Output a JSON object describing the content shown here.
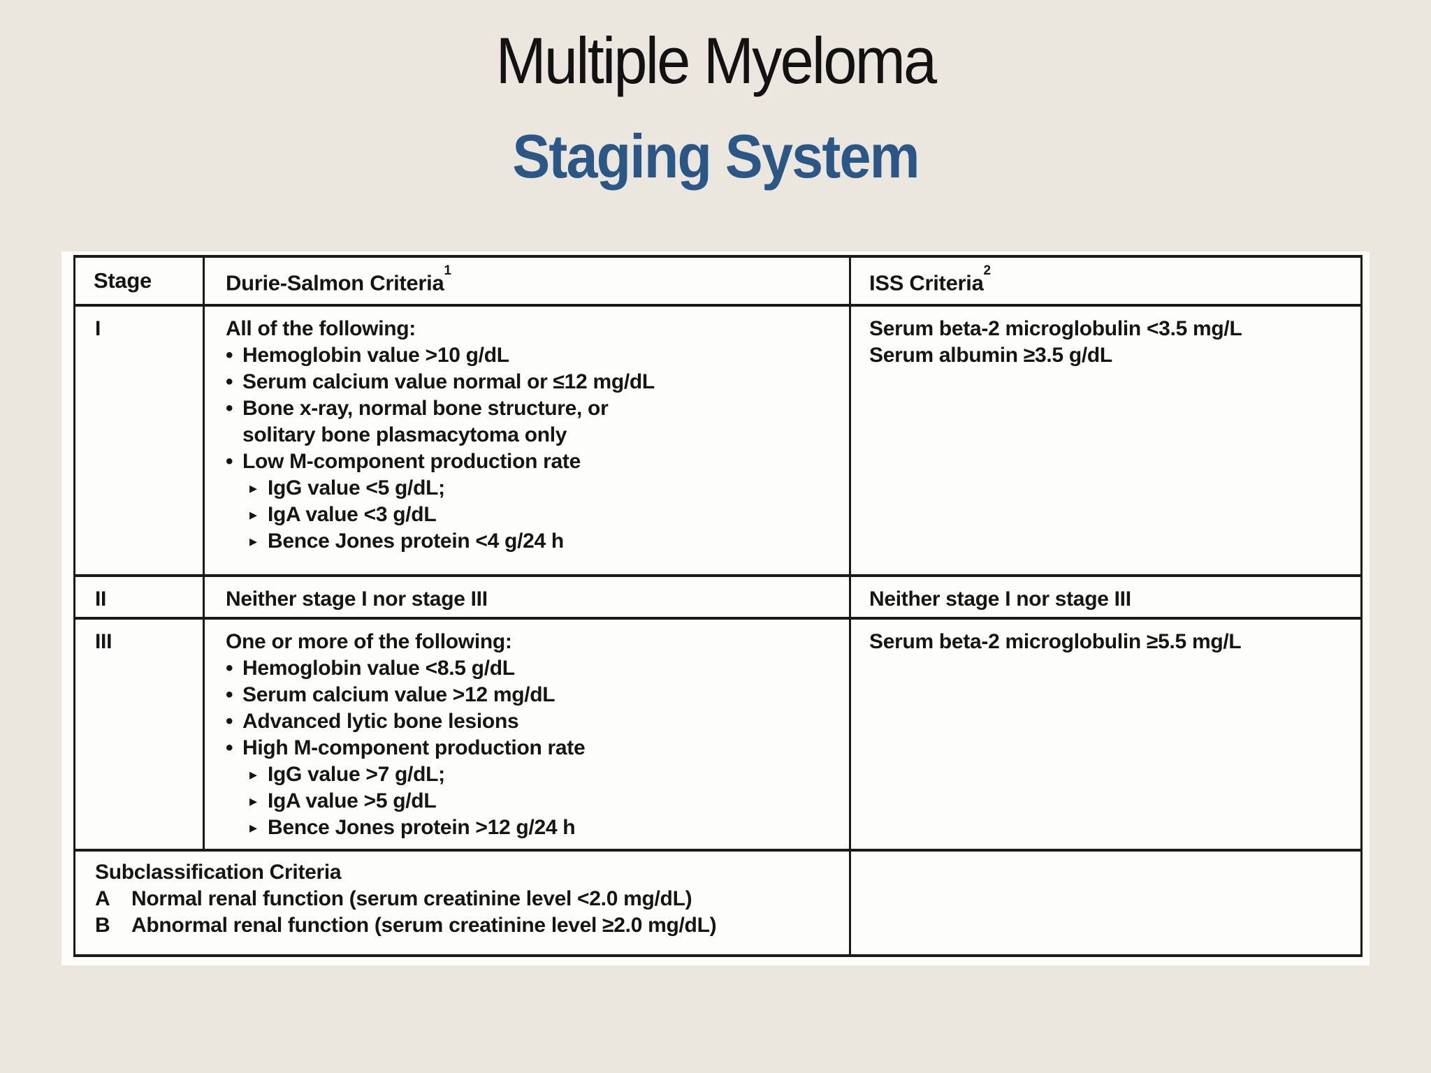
{
  "colors": {
    "background": "#ebe7de",
    "panel": "#fdfdfb",
    "subtitle_blue": "#2b5787",
    "text": "#151515",
    "table_border": "#1a1a1a"
  },
  "title": "Multiple Myeloma",
  "subtitle": "Staging System",
  "table": {
    "header": {
      "stage": "Stage",
      "durie": "Durie-Salmon Criteria",
      "durie_sup": "1",
      "iss": "ISS Criteria",
      "iss_sup": "2"
    },
    "stage1": {
      "label": "I",
      "durie": [
        {
          "t": "All of the following:"
        },
        {
          "m": "•",
          "t": "Hemoglobin value >10 g/dL"
        },
        {
          "m": "•",
          "t": "Serum calcium value normal or ≤12 mg/dL"
        },
        {
          "m": "•",
          "t": "Bone x-ray, normal bone structure, or"
        },
        {
          "t": "solitary bone plasmacytoma only"
        },
        {
          "m": "•",
          "t": "Low M-component production rate"
        },
        {
          "m": "▸",
          "t": "IgG value <5 g/dL;"
        },
        {
          "m": "▸",
          "t": "IgA value <3 g/dL"
        },
        {
          "m": "▸",
          "t": "Bence Jones protein <4 g/24 h"
        }
      ],
      "iss": [
        "Serum beta-2 microglobulin <3.5 mg/L",
        "Serum albumin ≥3.5 g/dL"
      ]
    },
    "stage2": {
      "label": "II",
      "durie": "Neither stage I nor stage III",
      "iss": "Neither stage I nor stage III"
    },
    "stage3": {
      "label": "III",
      "durie": [
        {
          "t": "One or more of the following:"
        },
        {
          "m": "•",
          "t": "Hemoglobin value <8.5 g/dL"
        },
        {
          "m": "•",
          "t": "Serum calcium value >12 mg/dL"
        },
        {
          "m": "•",
          "t": "Advanced lytic bone lesions"
        },
        {
          "m": "•",
          "t": "High M-component production rate"
        },
        {
          "m": "▸",
          "t": "IgG value >7 g/dL;"
        },
        {
          "m": "▸",
          "t": "IgA value >5 g/dL"
        },
        {
          "m": "▸",
          "t": "Bence Jones protein >12 g/24 h"
        }
      ],
      "iss": [
        "Serum beta-2 microglobulin ≥5.5 mg/L"
      ]
    },
    "subclassification": {
      "heading": "Subclassification Criteria",
      "items": [
        {
          "m": "A",
          "t": "Normal renal function (serum creatinine level <2.0 mg/dL)"
        },
        {
          "m": "B",
          "t": "Abnormal renal function (serum creatinine level ≥2.0 mg/dL)"
        }
      ]
    }
  }
}
